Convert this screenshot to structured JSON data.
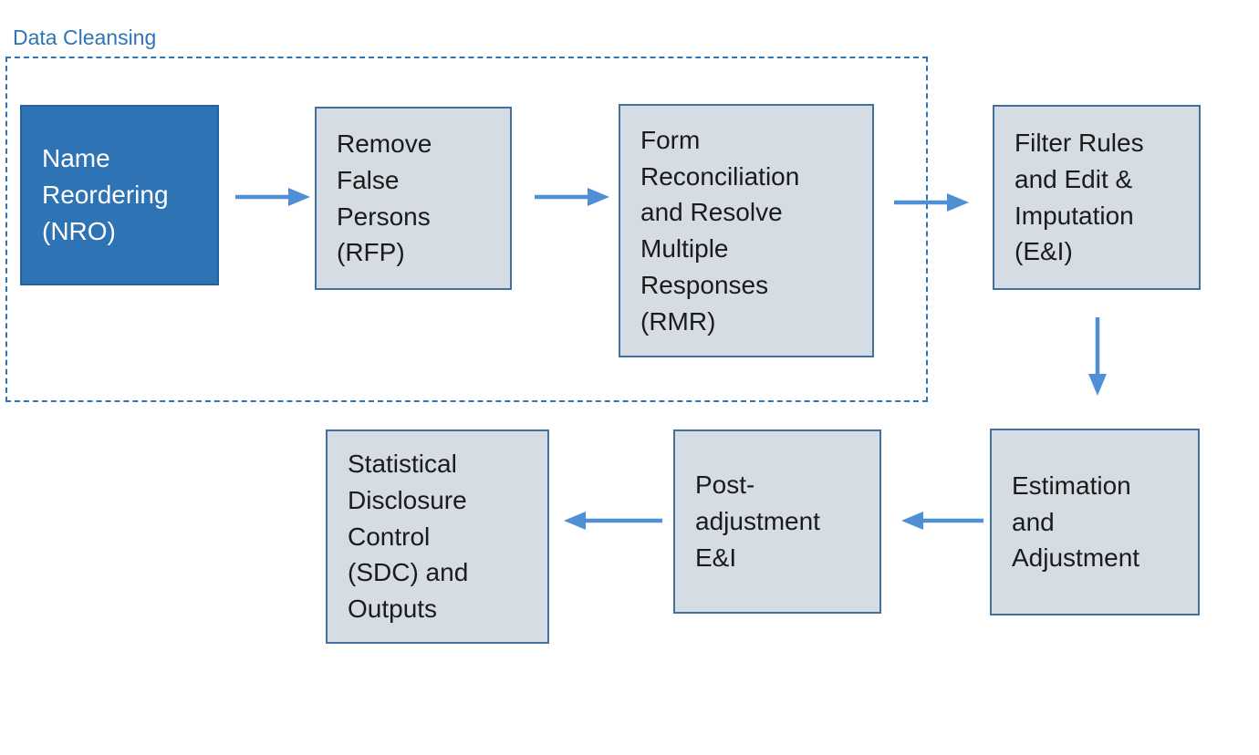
{
  "diagram": {
    "group": {
      "label": "Data Cleansing",
      "members": [
        "nro",
        "rfp",
        "rmr"
      ]
    },
    "nodes": [
      {
        "id": "nro",
        "label": "Name\nReordering\n(NRO)",
        "variant": "primary"
      },
      {
        "id": "rfp",
        "label": "Remove\nFalse\nPersons\n(RFP)",
        "variant": "default"
      },
      {
        "id": "rmr",
        "label": "Form\nReconciliation\nand Resolve\nMultiple\nResponses\n(RMR)",
        "variant": "default"
      },
      {
        "id": "ei",
        "label": "Filter Rules\nand Edit &\nImputation\n(E&I)",
        "variant": "default"
      },
      {
        "id": "est",
        "label": "Estimation\nand\nAdjustment",
        "variant": "default"
      },
      {
        "id": "post",
        "label": "Post-\nadjustment\nE&I",
        "variant": "default"
      },
      {
        "id": "sdc",
        "label": "Statistical\nDisclosure\nControl\n(SDC) and\nOutputs",
        "variant": "default"
      }
    ],
    "edges": [
      {
        "from": "nro",
        "to": "rfp",
        "direction": "right"
      },
      {
        "from": "rfp",
        "to": "rmr",
        "direction": "right"
      },
      {
        "from": "rmr",
        "to": "ei",
        "direction": "right"
      },
      {
        "from": "ei",
        "to": "est",
        "direction": "down"
      },
      {
        "from": "est",
        "to": "post",
        "direction": "left"
      },
      {
        "from": "post",
        "to": "sdc",
        "direction": "left"
      }
    ],
    "colors": {
      "primary_node_fill": "#2E74B5",
      "primary_node_text": "#FFFFFF",
      "default_node_fill": "#D6DCE4",
      "node_border": "#41719C",
      "group_outline": "#2E75B6",
      "group_label_text": "#2E75B6",
      "arrow": "#4F90D5",
      "node_text": "#1B1B1B",
      "background": "#FFFFFF"
    }
  }
}
